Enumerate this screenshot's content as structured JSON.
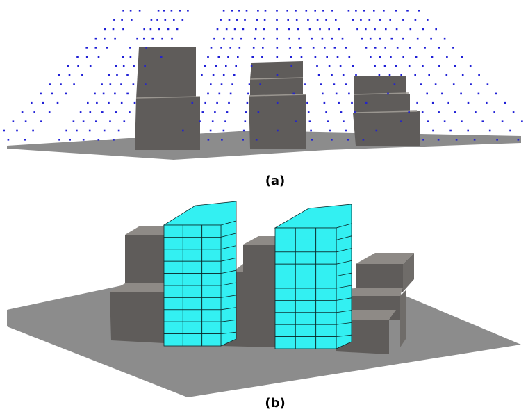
{
  "panels": [
    {
      "id": "a",
      "caption": "(a)"
    },
    {
      "id": "b",
      "caption": "(b)"
    }
  ],
  "colors": {
    "background": "#ffffff",
    "ground": "#8c8c8c",
    "block_front": "#5f5c5a",
    "block_side": "#6f6c69",
    "block_top": "#8e8a86",
    "block_edge": "#9a9690",
    "points": "#1f1fd6",
    "voxel_fill": "#33f0f2",
    "voxel_edge": "#0b2a2b"
  }
}
